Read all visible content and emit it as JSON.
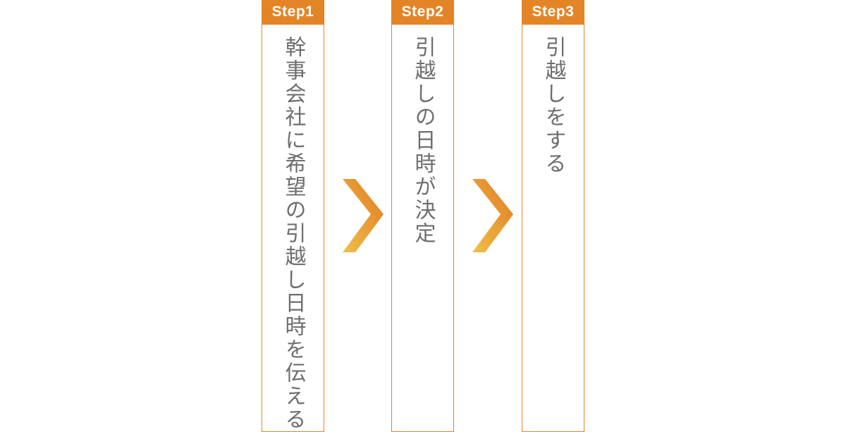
{
  "steps": [
    {
      "badge": "Step1",
      "text": "幹事会社に希望の引越し日時を伝える"
    },
    {
      "badge": "Step2",
      "text": "引越しの日時が決定"
    },
    {
      "badge": "Step3",
      "text": "引越しをする"
    }
  ],
  "colors": {
    "badge": "#e38526",
    "border": "#e38526",
    "text": "#6e6e6e",
    "arrow_light": "#f0c04a",
    "arrow_dark": "#e07a22"
  }
}
